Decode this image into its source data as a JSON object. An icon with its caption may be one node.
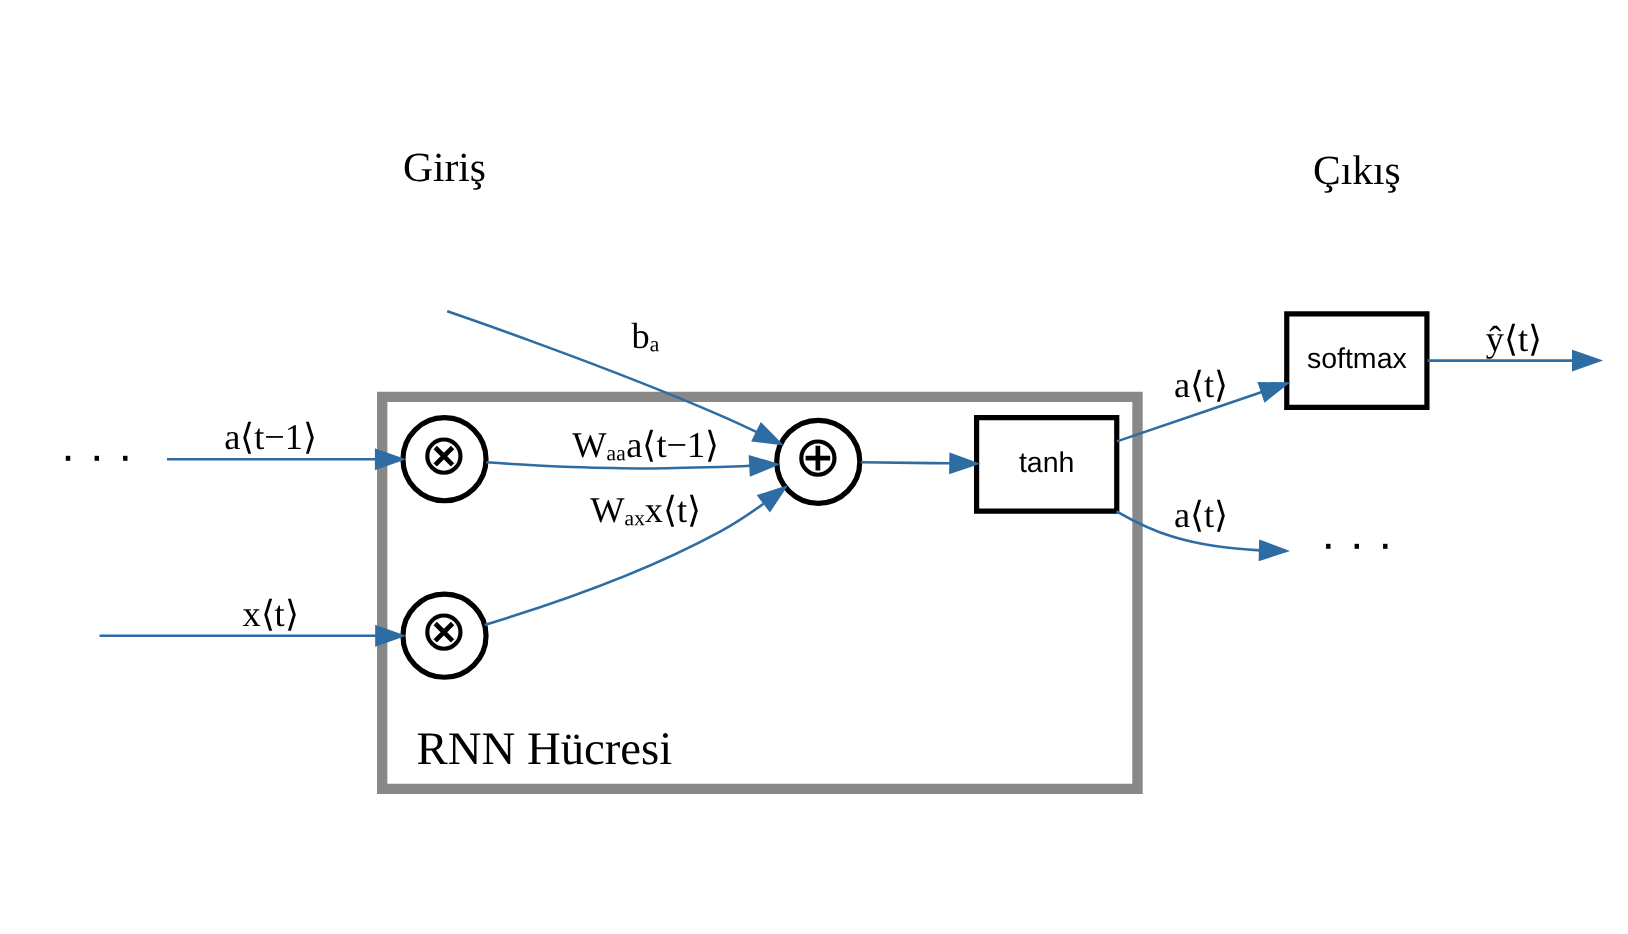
{
  "diagram": {
    "nodes": [
      {
        "text": [
          "RNN Hücresi"
        ]
      },
      {
        "text": [
          "⊗"
        ],
        "in": 0
      },
      {
        "text": [
          "⊕"
        ],
        "in": 0
      },
      {
        "text": [
          "⊗"
        ],
        "in": 0
      },
      {
        "text": [
          "tanh"
        ],
        "in": 0
      },
      {
        "text": [
          "softmax"
        ]
      },
      {
        "text": [
          "· · ·"
        ]
      },
      {
        "text": [
          "· · ·"
        ]
      }
    ],
    "edges": [
      {
        "from": 6,
        "to": 1,
        "arrow": "to",
        "label": "a⟨t−1⟩"
      },
      {
        "from": 1,
        "to": 2,
        "arrow": "to",
        "label": "Wₐₐa⟨t−1⟩"
      },
      {
        "from": null,
        "to": 2,
        "arrow": "to",
        "label": "bₐ"
      },
      {
        "from": null,
        "to": 3,
        "arrow": "to",
        "label": "x⟨t⟩"
      },
      {
        "from": 3,
        "to": 2,
        "arrow": "to",
        "label": "Wₐₓx⟨t⟩"
      },
      {
        "from": 2,
        "to": 4,
        "arrow": "to"
      },
      {
        "from": 4,
        "to": 5,
        "arrow": "to",
        "label": "a⟨t⟩"
      },
      {
        "from": 4,
        "to": 7,
        "arrow": "to",
        "label": "a⟨t⟩"
      },
      {
        "from": 5,
        "to": null,
        "arrow": "to",
        "label": "ŷ⟨t⟩"
      }
    ],
    "labels": [
      "Çıkış",
      "Giriş"
    ]
  }
}
